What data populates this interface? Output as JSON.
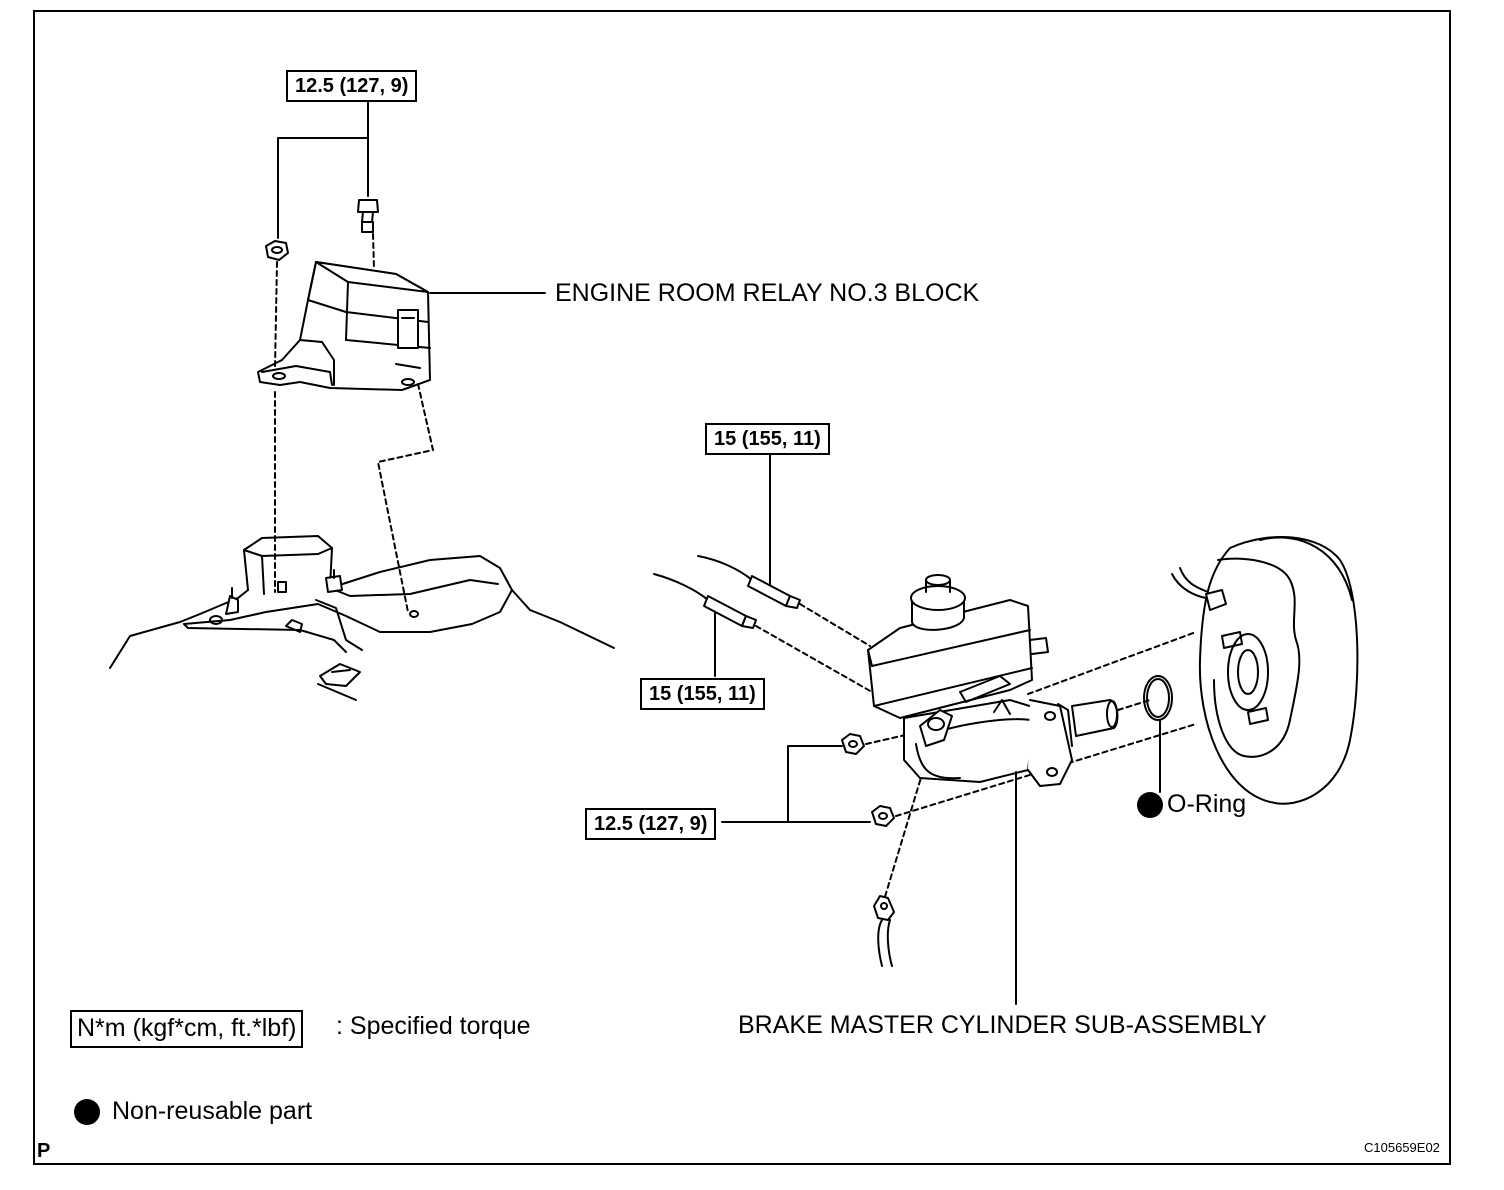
{
  "torque_labels": {
    "relay_block": "12.5 (127, 9)",
    "brake_line_upper": "15 (155, 11)",
    "brake_line_lower": "15 (155, 11)",
    "master_cylinder_nuts": "12.5 (127, 9)"
  },
  "callouts": {
    "relay_block": "ENGINE ROOM RELAY NO.3 BLOCK",
    "master_cylinder": "BRAKE MASTER CYLINDER SUB-ASSEMBLY",
    "o_ring": "O-Ring"
  },
  "legend": {
    "torque_unit": "N*m (kgf*cm, ft.*lbf)",
    "torque_desc": ": Specified torque",
    "non_reusable": "Non-reusable part"
  },
  "corner": {
    "left_mark": "P",
    "figure_code": "C105659E02"
  },
  "icons": {
    "non_reusable_marker": "filled-circle-icon"
  }
}
